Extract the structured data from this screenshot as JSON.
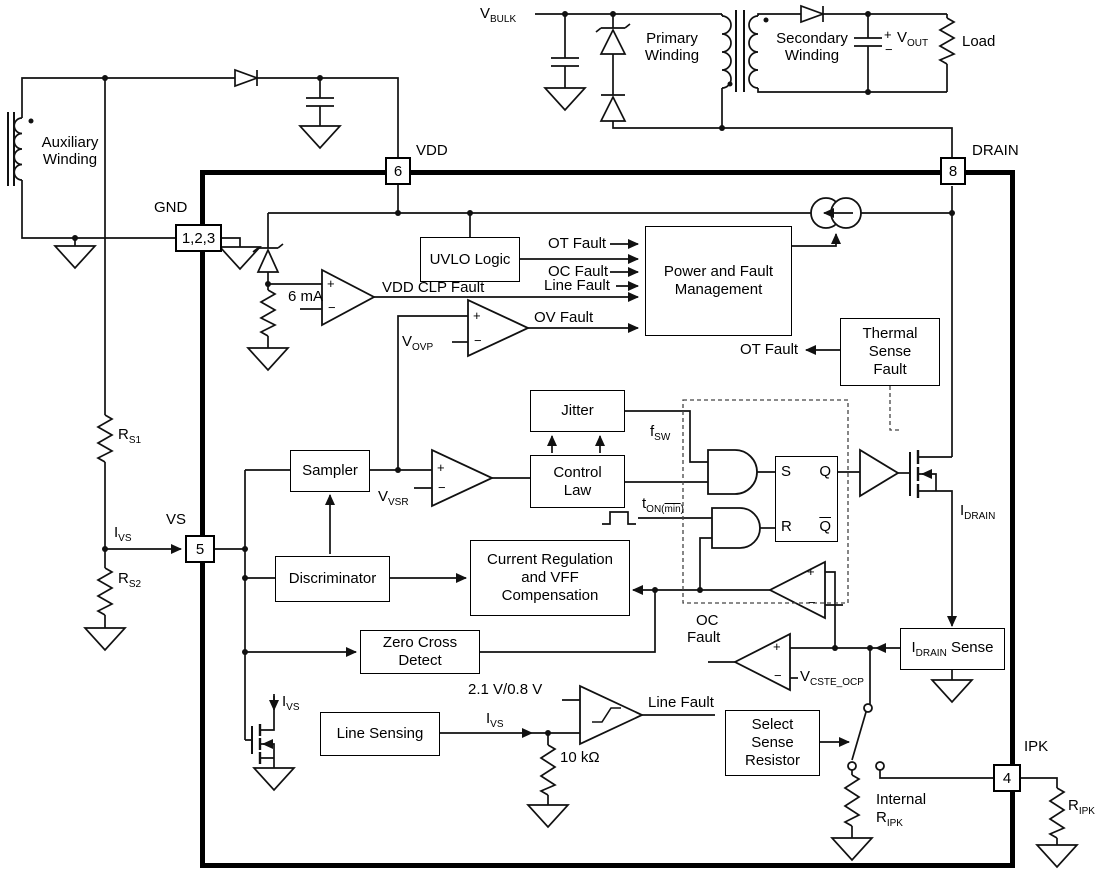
{
  "ui": {
    "plus": "+",
    "minus": "−",
    "vbulk": {
      "t": "V",
      "s": "BULK"
    },
    "vout": {
      "t": "V",
      "s": "OUT"
    },
    "load": "Load",
    "primary_winding": "Primary Winding",
    "secondary_winding": "Secondary Winding",
    "aux_winding": "Auxiliary Winding",
    "pins": {
      "vdd": {
        "num": "6",
        "name": "VDD"
      },
      "drain": {
        "num": "8",
        "name": "DRAIN"
      },
      "gnd": {
        "num": "1,2,3",
        "name": "GND"
      },
      "vs": {
        "num": "5",
        "name": "VS"
      },
      "ipk": {
        "num": "4",
        "name": "IPK"
      }
    },
    "blocks": {
      "uvlo": "UVLO Logic",
      "pfm": "Power and Fault Management",
      "thermal": "Thermal Sense Fault",
      "jitter": "Jitter",
      "control_law": "Control Law",
      "sampler": "Sampler",
      "discriminator": "Discriminator",
      "crvff": "Current Regulation and VFF Compensation",
      "zcd": "Zero Cross Detect",
      "line_sensing": "Line Sensing",
      "select_sense": "Select Sense Resistor",
      "sense_word": " Sense"
    },
    "latch": {
      "s": "S",
      "q": "Q",
      "r": "R",
      "qbar": "Q"
    },
    "signals": {
      "six_ma": "6 mA",
      "vdd_clp_fault": "VDD CLP Fault",
      "ot_fault": "OT Fault",
      "oc_fault": "OC Fault",
      "oc": "OC",
      "fault": "Fault",
      "line_fault": "Line Fault",
      "ov_fault": "OV Fault",
      "vovp": {
        "t": "V",
        "s": "OVP"
      },
      "fsw": {
        "t": "f",
        "s": "SW"
      },
      "vvsr": {
        "t": "V",
        "s": "VSR"
      },
      "tonmin": {
        "t": "t",
        "s1": "ON(",
        "s2": "min",
        "s3": ")"
      },
      "idrain": {
        "t": "I",
        "s": "DRAIN"
      },
      "ivs": {
        "t": "I",
        "s": "VS"
      },
      "vcste": {
        "t": "V",
        "s": "CSTE_OCP"
      },
      "threshold": "2.1 V/0.8 V",
      "r10k": "10 kΩ",
      "internal": "Internal",
      "rs1": {
        "t": "R",
        "s": "S1"
      },
      "rs2": {
        "t": "R",
        "s": "S2"
      },
      "ripk": {
        "t": "R",
        "s": "IPK"
      }
    }
  }
}
